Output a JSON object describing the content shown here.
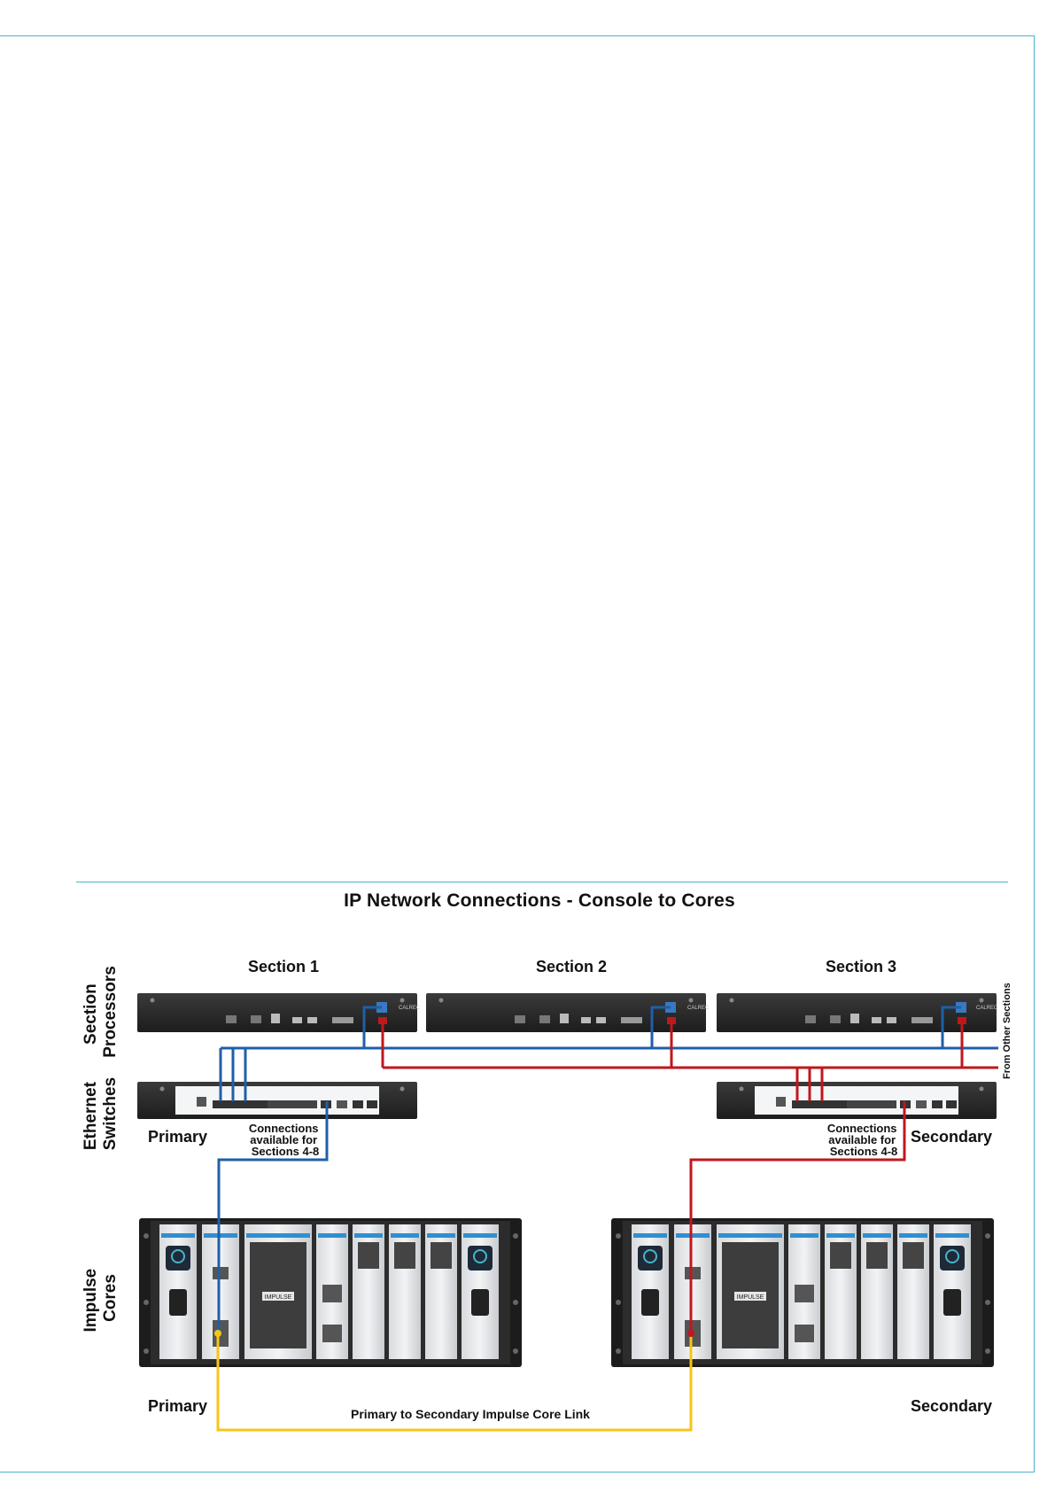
{
  "title": "IP Network Connections - Console to Cores",
  "rows": {
    "processors": [
      "Section",
      "Processors"
    ],
    "switches": [
      "Ethernet",
      "Switches"
    ],
    "cores": [
      "Impulse",
      "Cores"
    ]
  },
  "sections": [
    "Section 1",
    "Section 2",
    "Section 3"
  ],
  "from_other": "From Other Sections",
  "switch_labels": {
    "primary": "Primary",
    "secondary": "Secondary"
  },
  "connections_note": [
    "Connections",
    "available for",
    "Sections 4-8"
  ],
  "core_labels": {
    "primary": "Primary",
    "secondary": "Secondary"
  },
  "core_link": "Primary to Secondary Impulse Core Link",
  "brand": "CALREC",
  "core_badge": "IMPULSE",
  "colors": {
    "frame": "#49b4c9",
    "primary_link": "#1f5fa8",
    "secondary_link": "#c0171d",
    "core_link": "#f5c518",
    "device": "#2b2b2b"
  }
}
